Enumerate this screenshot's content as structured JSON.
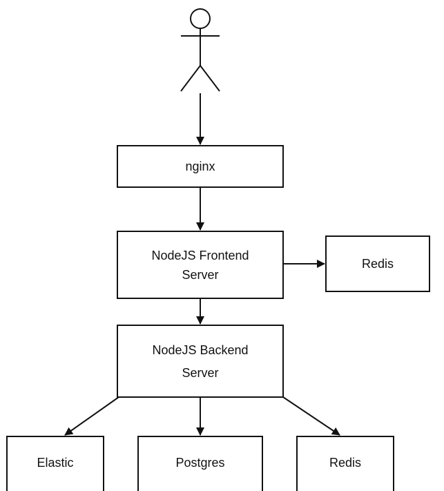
{
  "diagram": {
    "nodes": {
      "user": {
        "icon": "person-icon"
      },
      "nginx": {
        "label": "nginx"
      },
      "frontend": {
        "line1": "NodeJS Frontend",
        "line2": "Server"
      },
      "redis_top": {
        "label": "Redis"
      },
      "backend": {
        "line1": "NodeJS Backend",
        "line2": "Server"
      },
      "elastic": {
        "label": "Elastic"
      },
      "postgres": {
        "label": "Postgres"
      },
      "redis_bottom": {
        "label": "Redis"
      }
    },
    "edges": [
      {
        "from": "user",
        "to": "nginx"
      },
      {
        "from": "nginx",
        "to": "frontend"
      },
      {
        "from": "frontend",
        "to": "redis_top"
      },
      {
        "from": "frontend",
        "to": "backend"
      },
      {
        "from": "backend",
        "to": "elastic"
      },
      {
        "from": "backend",
        "to": "postgres"
      },
      {
        "from": "backend",
        "to": "redis_bottom"
      }
    ],
    "colors": {
      "stroke": "#111111",
      "fill": "#ffffff",
      "text": "#111111"
    }
  }
}
